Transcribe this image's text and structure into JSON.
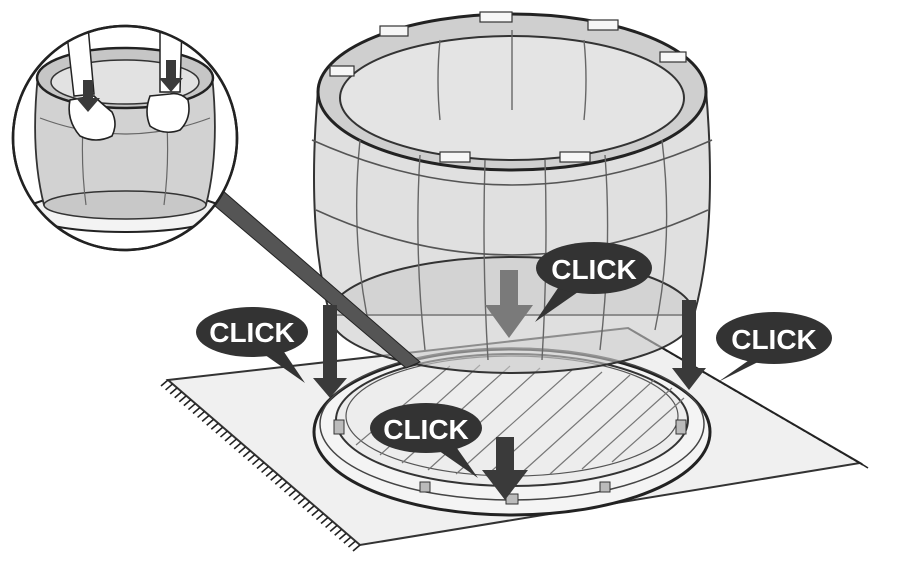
{
  "callouts": {
    "click_top_center": "CLICK",
    "click_left": "CLICK",
    "click_right": "CLICK",
    "click_bottom_center": "CLICK"
  },
  "colors": {
    "bubble": "#333333",
    "arrow": "#3a3a3a",
    "outline": "#222222",
    "barrel_fill": "#dcdcdc",
    "mat_fill": "#f0f0f0",
    "base_fill": "#f4f4f4"
  },
  "icons": [
    "hand-icon",
    "down-arrow-icon",
    "speech-bubble-icon"
  ]
}
